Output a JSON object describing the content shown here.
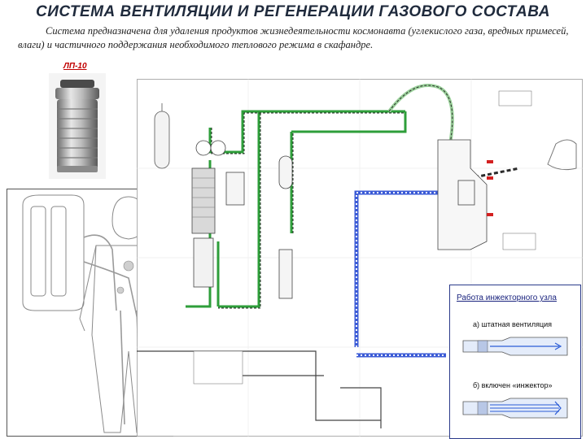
{
  "title": "СИСТЕМА ВЕНТИЛЯЦИИ И РЕГЕНЕРАЦИИ ГАЗОВОГО СОСТАВА",
  "description": "Система предназначена для удаления продуктов жизнедеятельности космонавта (углекислого газа, вредных примесей, влаги) и частичного поддержания необходимого теплового режима в скафандре.",
  "component_label": "ЛП-10",
  "inset": {
    "title": "Работа инжекторного узла",
    "mode_a": "а) штатная вентиляция",
    "mode_b": "б) включен «инжектор»"
  },
  "colors": {
    "title_text": "#1f2a3c",
    "label_red": "#c00000",
    "pipe_green": "#2e9e3a",
    "pipe_dark": "#2b2b2b",
    "frame_blue": "#2a3a8a",
    "hatch_blue": "#3b5bd6"
  }
}
